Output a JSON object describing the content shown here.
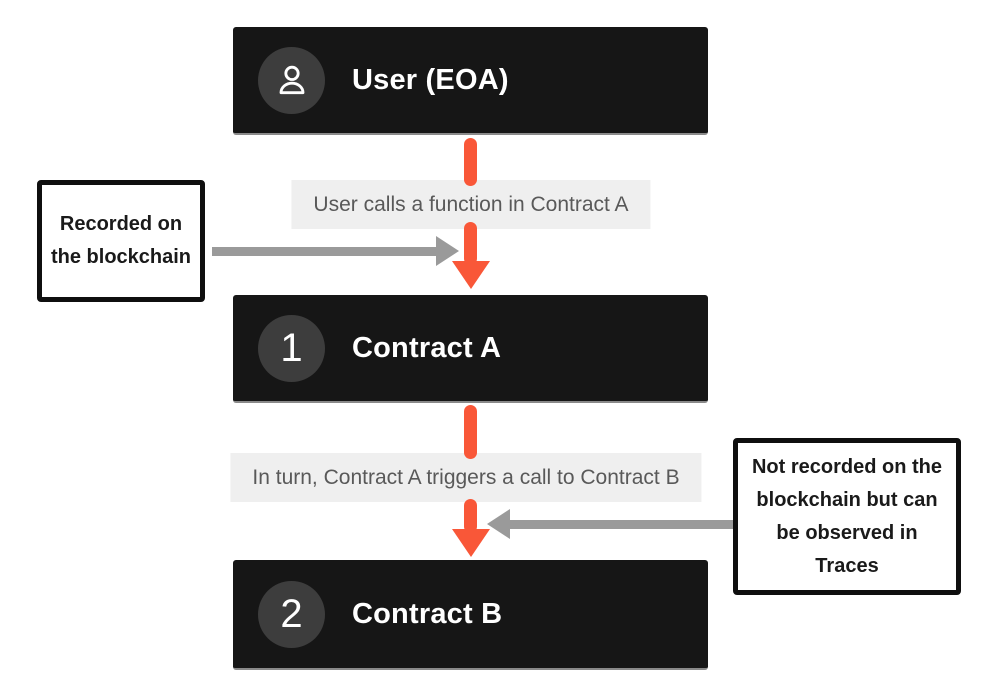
{
  "colors": {
    "box_bg": "#161616",
    "box_text": "#ffffff",
    "circle_bg": "#3d3d3d",
    "arrow_orange": "#f95738",
    "arrow_gray": "#9a9a9a",
    "label_bg": "#efefef",
    "label_text": "#595959",
    "note_border": "#0f0f0f",
    "note_text": "#1a1a1a"
  },
  "nodes": {
    "user": {
      "title": "User (EOA)",
      "icon": "person"
    },
    "contract_a": {
      "title": "Contract A",
      "badge": "1"
    },
    "contract_b": {
      "title": "Contract B",
      "badge": "2"
    }
  },
  "edges": {
    "user_to_a": {
      "label": "User calls a function in Contract A"
    },
    "a_to_b": {
      "label": "In turn, Contract A triggers a call to Contract B"
    }
  },
  "notes": {
    "left": {
      "text": "Recorded on the blockchain"
    },
    "right": {
      "text": "Not recorded on the blockchain but can be observed in Traces"
    }
  }
}
